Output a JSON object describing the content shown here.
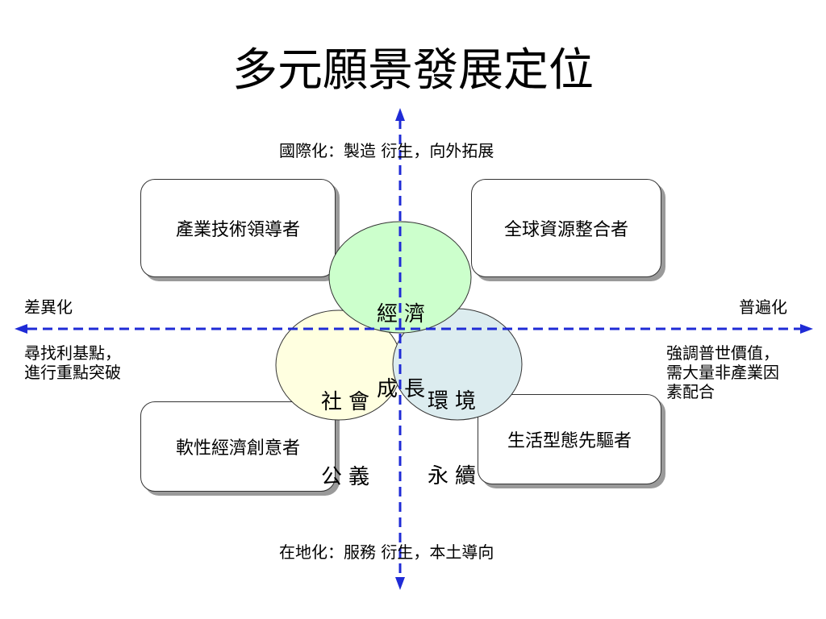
{
  "title": "多元願景發展定位",
  "axes": {
    "top": "國際化：製造 衍生，向外拓展",
    "bottom": "在地化：服務 衍生，本土導向",
    "left_title": "差異化",
    "left_desc": [
      "尋找利基點，",
      "進行重點突破"
    ],
    "right_title": "普遍化",
    "right_desc": [
      "強調普世價值，",
      "需大量非產業因",
      "素配合"
    ]
  },
  "boxes": {
    "top_left": "產業技術領導者",
    "top_right": "全球資源整合者",
    "bottom_left": "軟性經濟創意者",
    "bottom_right": "生活型態先驅者"
  },
  "circles": {
    "economy": [
      "經濟",
      "成長"
    ],
    "social": [
      "社會",
      "公義"
    ],
    "environment": [
      "環境",
      "永續"
    ]
  },
  "colors": {
    "axis": "#1f2bd6",
    "economy_fill": "#ccffcc",
    "social_fill": "#ffffe0",
    "environment_fill": "#dcecef"
  }
}
